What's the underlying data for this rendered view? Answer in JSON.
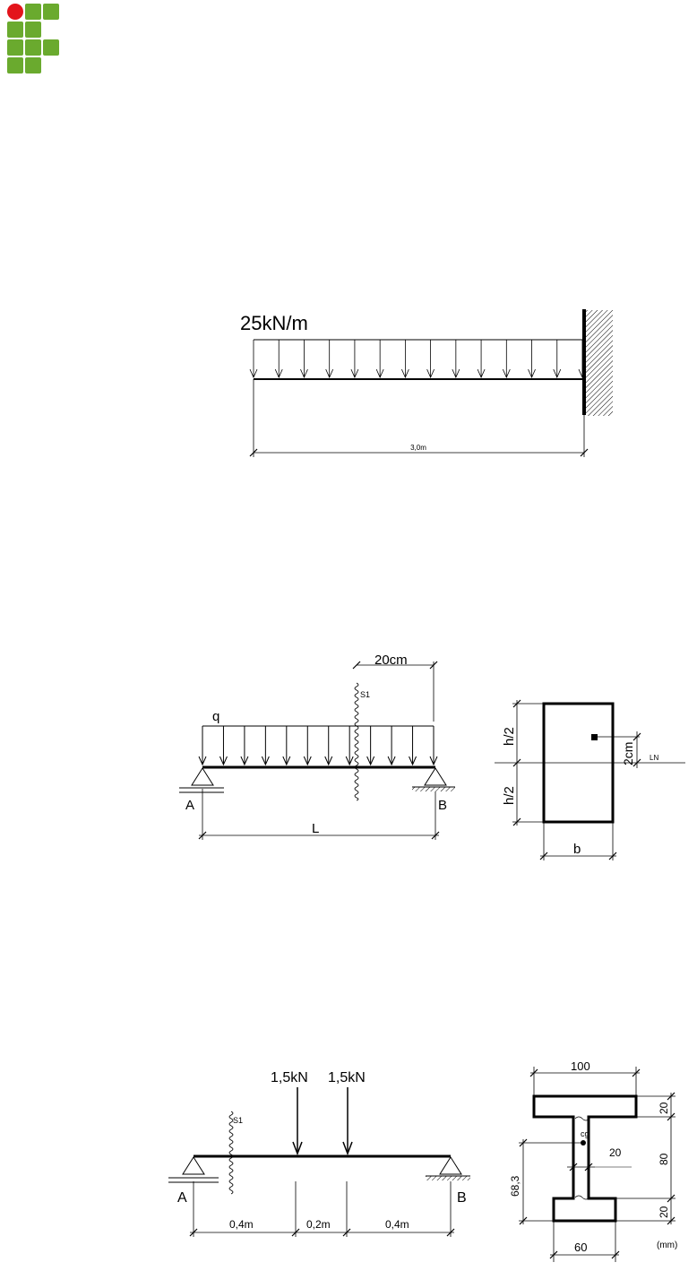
{
  "logo": {
    "name": "institute-logo",
    "colors": {
      "green": "#6aaa2e",
      "red": "#e3141b"
    }
  },
  "figure1": {
    "load_label": "25kN/m",
    "span_label": "3,0m"
  },
  "figure2": {
    "load_label": "q",
    "section_label": "S1",
    "offset_label": "20cm",
    "support_a": "A",
    "support_b": "B",
    "span_label": "L",
    "half_height_top": "h/2",
    "half_height_bottom": "h/2",
    "width_label": "b",
    "point_offset_label": "2cm",
    "neutral_line_label": "LN"
  },
  "figure3": {
    "load1_label": "1,5kN",
    "load2_label": "1,5kN",
    "section_label": "S1",
    "support_a": "A",
    "support_b": "B",
    "seg1_label": "0,4m",
    "seg2_label": "0,2m",
    "seg3_label": "0,4m",
    "flange_width_top": "100",
    "flange_width_bottom": "60",
    "flange_thick_top": "20",
    "web_height": "80",
    "flange_thick_bottom": "20",
    "web_thick": "20",
    "cg_distance": "68,3",
    "cg_label": "cg",
    "units": "(mm)"
  }
}
